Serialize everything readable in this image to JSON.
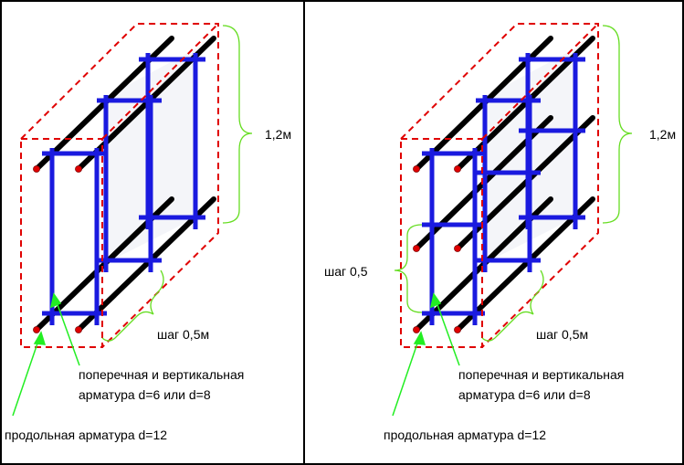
{
  "panels": [
    {
      "height_label": "1,2м",
      "step_label": "шаг 0,5м",
      "transverse_label_line1": "поперечная и вертикальная",
      "transverse_label_line2": "арматура d=6 или d=8",
      "longitudinal_label": "продольная арматура d=12"
    },
    {
      "height_label": "1,2м",
      "step_label": "шаг 0,5м",
      "vertical_step_label": "шаг 0,5",
      "transverse_label_line1": "поперечная и вертикальная",
      "transverse_label_line2": "арматура d=6 или d=8",
      "longitudinal_label": "продольная арматура d=12"
    }
  ],
  "colors": {
    "outline": "#000000",
    "dashed_box": "#e00000",
    "longitudinal_bar": "#000000",
    "rebar_end": "#e00000",
    "stirrup": "#1a1adf",
    "bracket": "#66dd22",
    "arrow": "#22ee22"
  }
}
